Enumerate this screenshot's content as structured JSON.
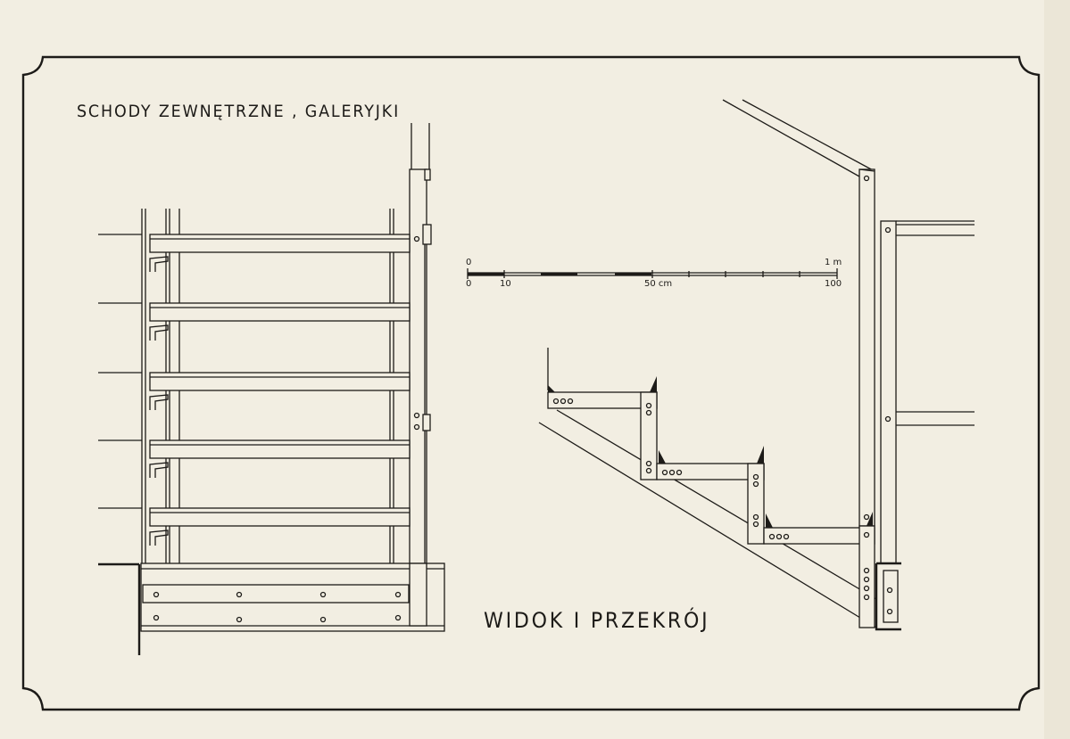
{
  "sheet": {
    "title": "SCHODY ZEWNĘTRZNE , GALERYJKI",
    "caption": "WIDOK I PRZEKRÓJ"
  },
  "scale_bar": {
    "top_left": "0",
    "top_right": "1 m",
    "bottom_left": "0",
    "bottom_10": "10",
    "bottom_mid": "50 cm",
    "bottom_right": "100"
  },
  "colors": {
    "paper": "#f2eee2",
    "ink": "#1d1b18"
  }
}
